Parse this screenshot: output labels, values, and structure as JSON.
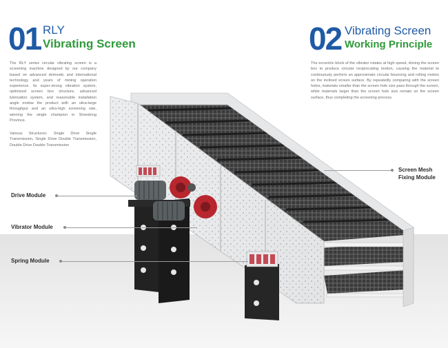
{
  "left": {
    "number": "01",
    "title_line1": "RLY",
    "title_line2": "Vibrating Screen",
    "paragraph1": "The RLY series circular vibrating screen is a screening machine designed by our company based on advanced domestic and international technology and years of mining operation experience. Its super-strong vibration system, optimized screen box structure, advanced lubrication system, and reasonable installation angle endow the product with an ultra-large throughput and an ultra-high screening rate, winning the single champion in Shandong Province.",
    "paragraph2": "Various Structures: Single Drive Single Transmission, Single Drive Double Transmission, Double Drive Double Transmission"
  },
  "right": {
    "number": "02",
    "title_line1": "Vibrating Screen",
    "title_line2": "Working Principle",
    "paragraph": "The eccentric block of the vibrator rotates at high speed, driving the screen box to produce circular reciprocating motion, causing the material to continuously perform an approximate circular bouncing and rolling motion on the inclined screen surface. By repeatedly comparing with the screen holes, materials smaller than the screen hole size pass through the screen, while materials larger than the screen hole size remain on the screen surface, thus completing the screening process."
  },
  "callouts": {
    "drive": "Drive Module",
    "vibrator": "Vibrator Module",
    "spring": "Spring Module",
    "screen_mesh_line1": "Screen Mesh",
    "screen_mesh_line2": "Fixing Module"
  },
  "colors": {
    "blue": "#1f5aa6",
    "green": "#2f9a3a",
    "motor_red": "#b8262e",
    "spring_red": "#c44a56",
    "support_black": "#1e1e1e"
  }
}
